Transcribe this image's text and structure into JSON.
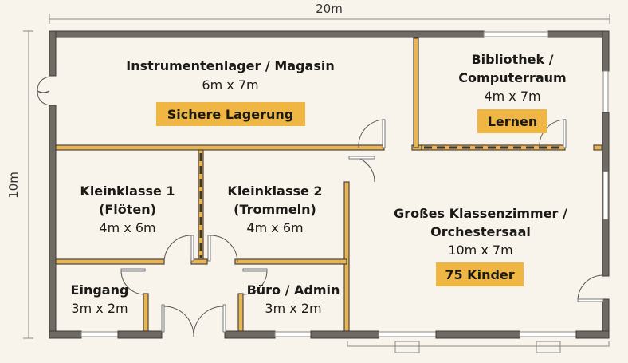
{
  "dimensions": {
    "width": "20m",
    "height": "10m"
  },
  "rooms": [
    {
      "id": "lager",
      "name": "Instrumentenlager / Magasin",
      "size": "6m x 7m",
      "tag": "Sichere Lagerung"
    },
    {
      "id": "bibliothek",
      "name_line1": "Bibliothek /",
      "name_line2": "Computerraum",
      "size": "4m x 7m",
      "tag": "Lernen"
    },
    {
      "id": "klein1",
      "name_line1": "Kleinklasse 1",
      "name_line2": "(Flöten)",
      "size": "4m x 6m"
    },
    {
      "id": "klein2",
      "name_line1": "Kleinklasse 2",
      "name_line2": "(Trommeln)",
      "size": "4m x 6m"
    },
    {
      "id": "saal",
      "name_line1": "Großes Klassenzimmer /",
      "name_line2": "Orchestersaal",
      "size": "10m x 7m",
      "tag": "75 Kinder"
    },
    {
      "id": "eingang",
      "name": "Eingang",
      "size": "3m x 2m"
    },
    {
      "id": "buero",
      "name": "Büro / Admin",
      "size": "3m x 2m"
    }
  ],
  "colors": {
    "outer_wall": "#6f6b64",
    "inner_wall": "#e9b552",
    "tag": "#f0b643",
    "background": "#f8f4ec"
  }
}
